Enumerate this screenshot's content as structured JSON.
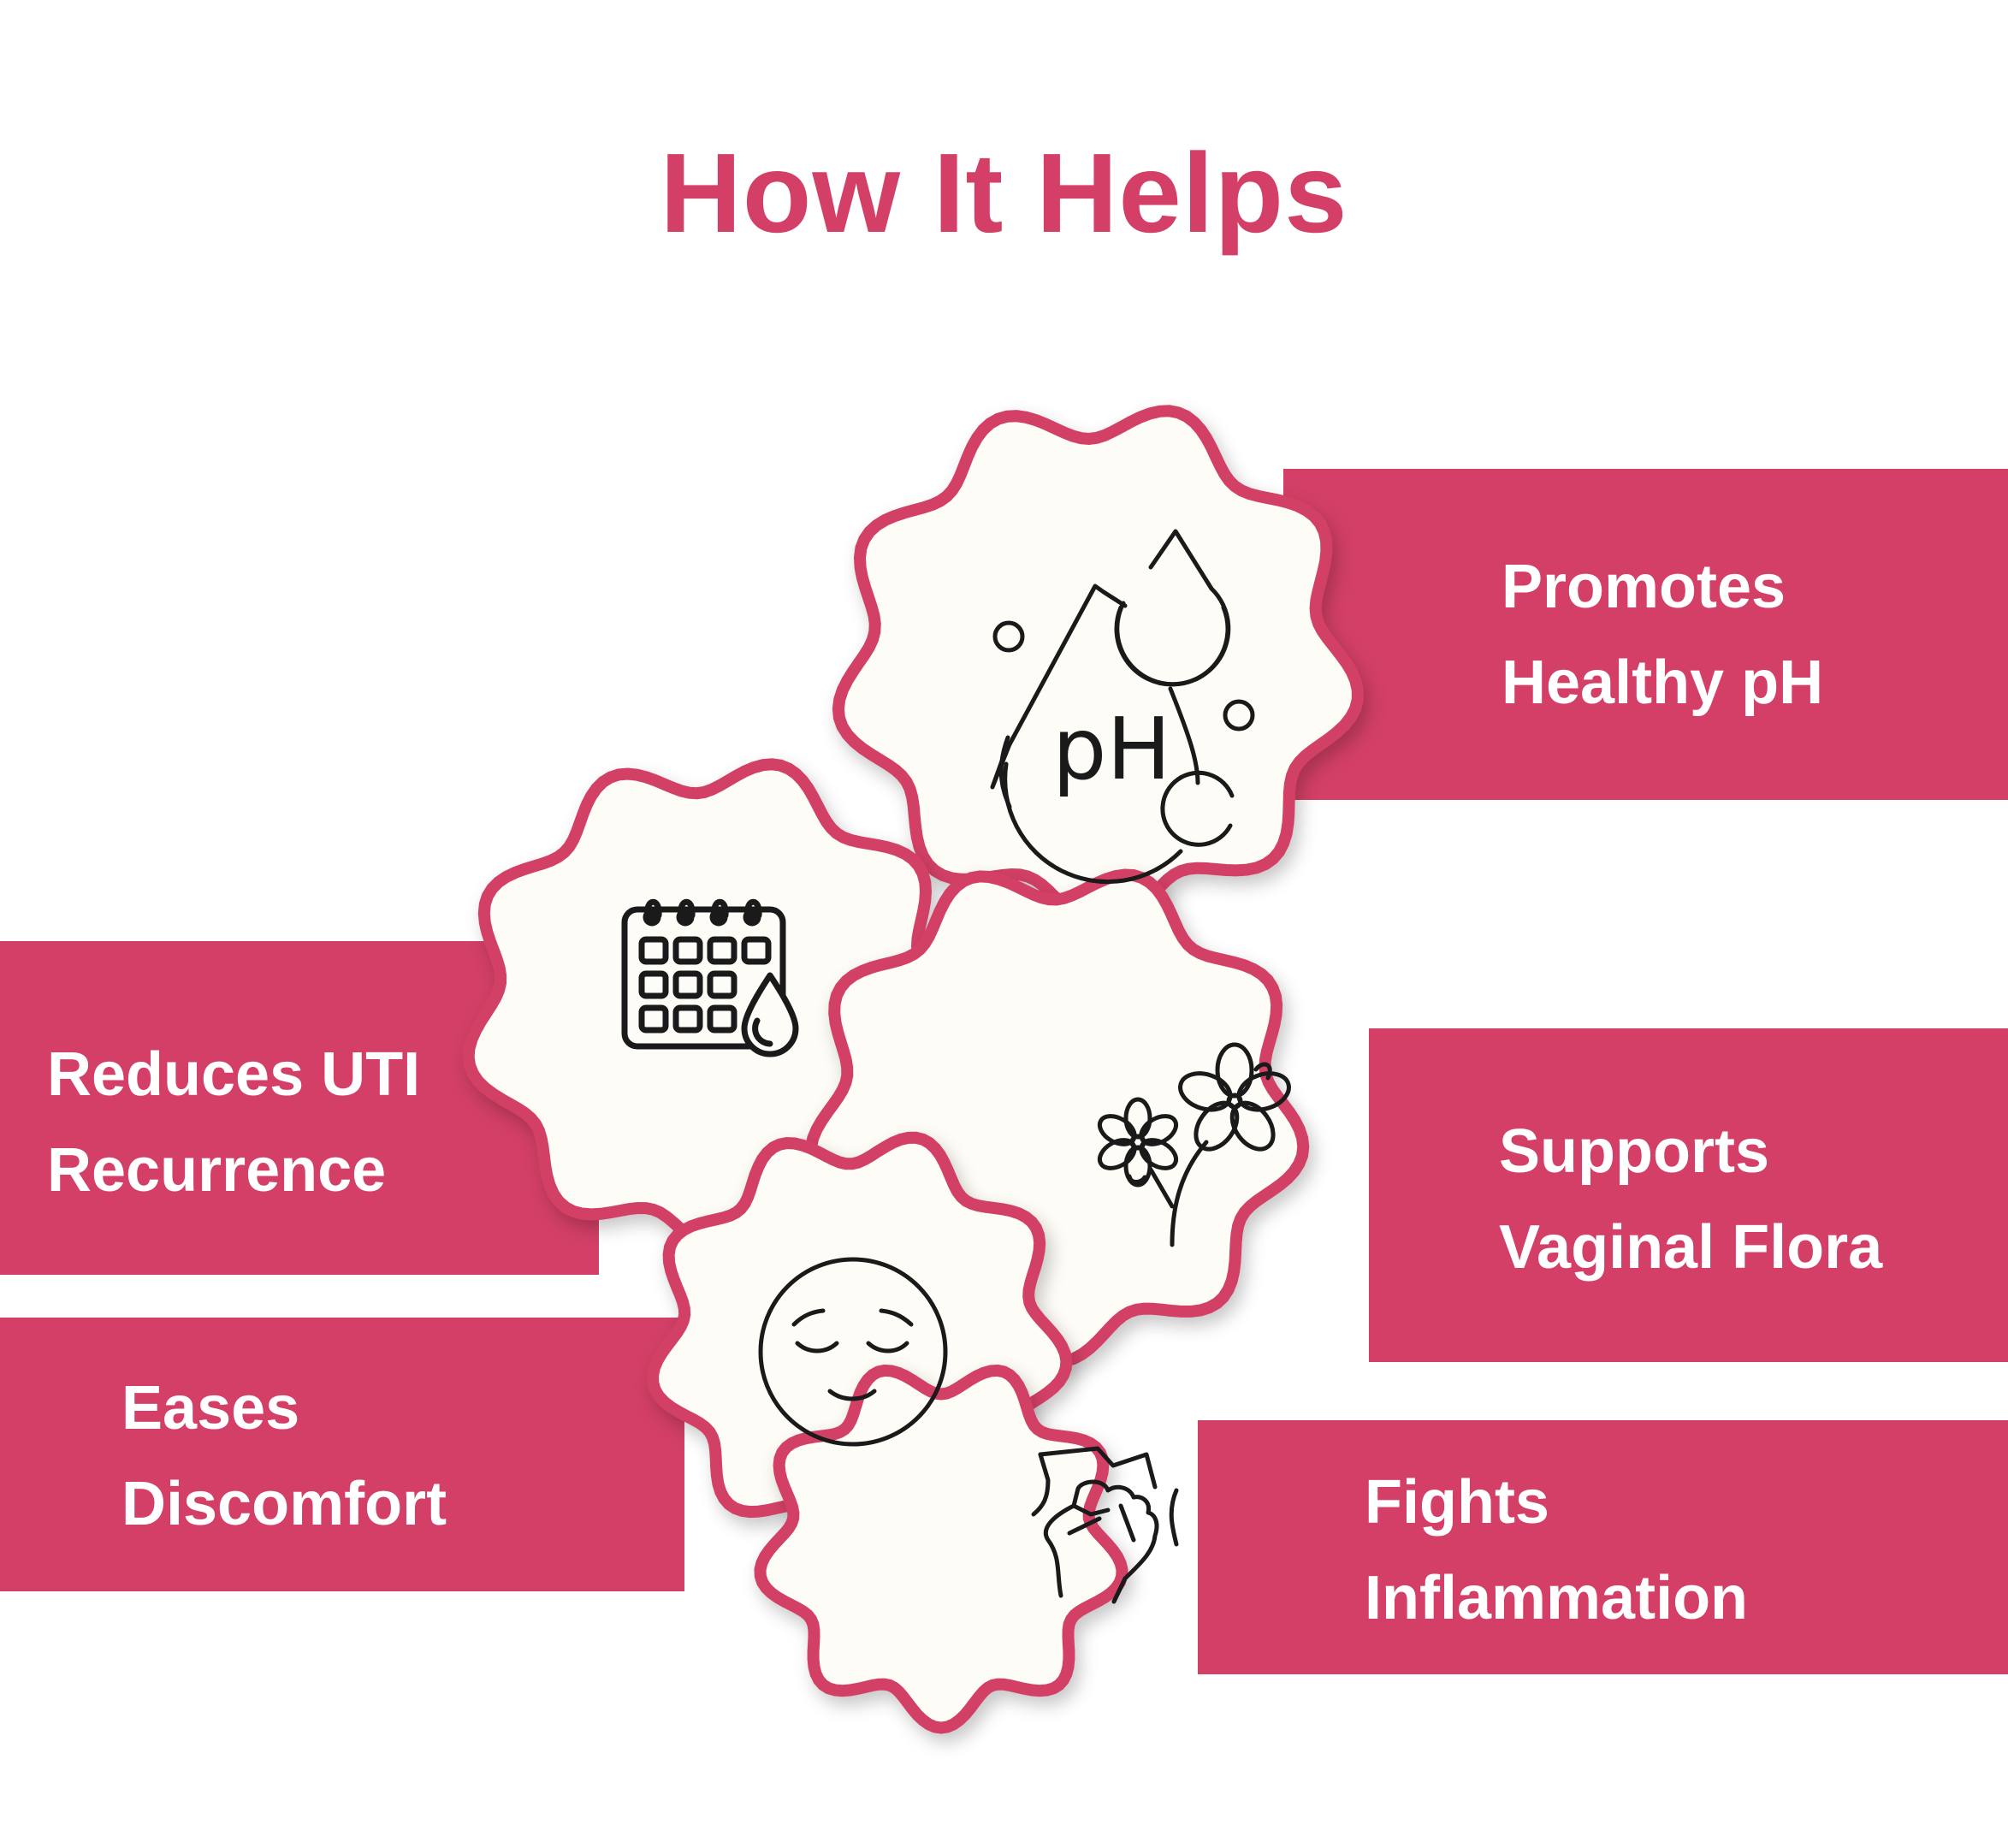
{
  "title": "How It Helps",
  "colors": {
    "accent": "#d33f66",
    "blob_fill": "#fdfcf6",
    "icon_stroke": "#1a1a1a",
    "background": "#ffffff"
  },
  "benefits": [
    {
      "line1": "Promotes",
      "line2": "Healthy pH",
      "icon": "ph-drops-icon",
      "side": "right"
    },
    {
      "line1": "Reduces UTI",
      "line2": "Recurrence",
      "icon": "calendar-drop-icon",
      "side": "left"
    },
    {
      "line1": "Supports",
      "line2": "Vaginal Flora",
      "icon": "flowers-icon",
      "side": "right"
    },
    {
      "line1": "Eases",
      "line2": "Discomfort",
      "icon": "relaxed-face-icon",
      "side": "left"
    },
    {
      "line1": "Fights",
      "line2": "Inflammation",
      "icon": "raised-fist-icon",
      "side": "right"
    }
  ],
  "icon_text": {
    "ph": "pH"
  }
}
